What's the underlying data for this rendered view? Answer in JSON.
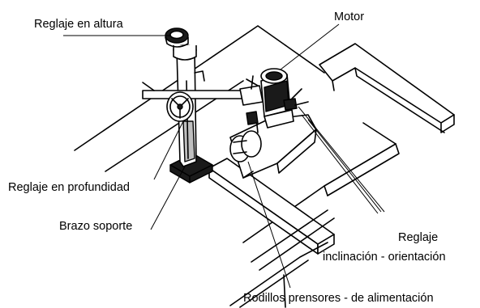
{
  "labels": {
    "height_adjust": "Reglaje en altura",
    "motor": "Motor",
    "depth_adjust": "Reglaje en profundidad",
    "support_arm": "Brazo soporte",
    "tilt_adjust_line1": "Reglaje",
    "tilt_adjust_line2": "inclinación - orientación",
    "feed_rollers": "Rodillos prensores - de alimentación"
  }
}
